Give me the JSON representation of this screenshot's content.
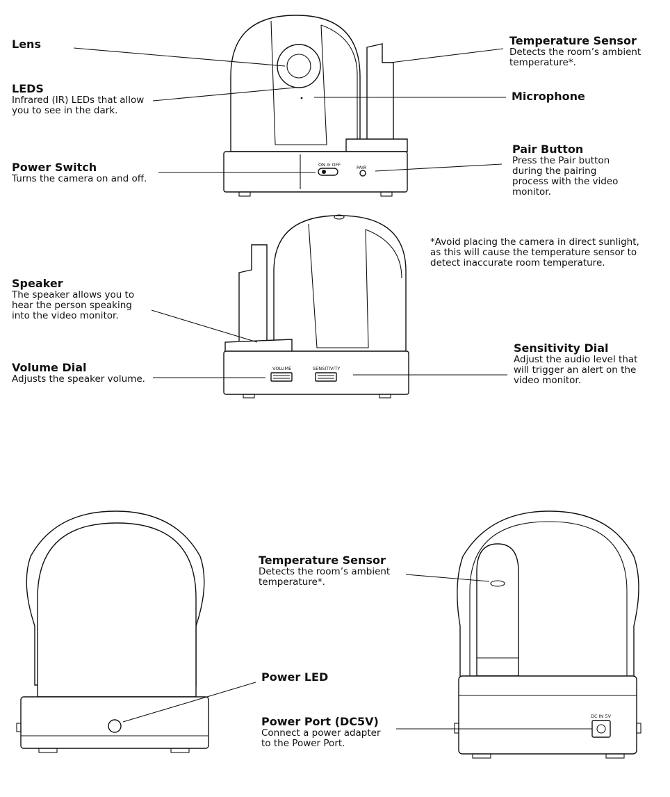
{
  "callouts": {
    "lens": {
      "title": "Lens",
      "desc": ""
    },
    "leds": {
      "title": "LEDS",
      "desc": "Infrared (IR) LEDs that allow\nyou to see in the dark."
    },
    "power_switch": {
      "title": "Power Switch",
      "desc": "Turns the camera on and off."
    },
    "temp_sensor_top": {
      "title": "Temperature Sensor",
      "desc": "Detects the room’s ambient\ntemperature*."
    },
    "microphone": {
      "title": "Microphone",
      "desc": ""
    },
    "pair_button": {
      "title": "Pair Button",
      "desc": "Press the Pair button\nduring the pairing\nprocess with the video\nmonitor."
    },
    "speaker": {
      "title": "Speaker",
      "desc": "The speaker allows you to\nhear the person speaking\ninto the video monitor."
    },
    "volume_dial": {
      "title": "Volume Dial",
      "desc": "Adjusts the speaker volume."
    },
    "sensitivity_dial": {
      "title": "Sensitivity Dial",
      "desc": "Adjust the audio level that\nwill trigger an alert on the\nvideo monitor."
    },
    "temp_sensor_back": {
      "title": "Temperature Sensor",
      "desc": "Detects the room’s ambient\ntemperature*."
    },
    "power_led": {
      "title": "Power LED",
      "desc": ""
    },
    "power_port": {
      "title": "Power Port (DC5V)",
      "desc": "Connect a power adapter\nto the Power Port."
    }
  },
  "footnote": "*Avoid placing the camera in direct sunlight,\n  as this will cause the temperature sensor to\n  detect inaccurate room temperature.",
  "device_markings": {
    "on_off": "ON ⊖ OFF",
    "pair": "PAIR",
    "volume": "VOLUME",
    "sensitivity": "SENSITIVITY",
    "dc_in": "DC IN 5V"
  }
}
